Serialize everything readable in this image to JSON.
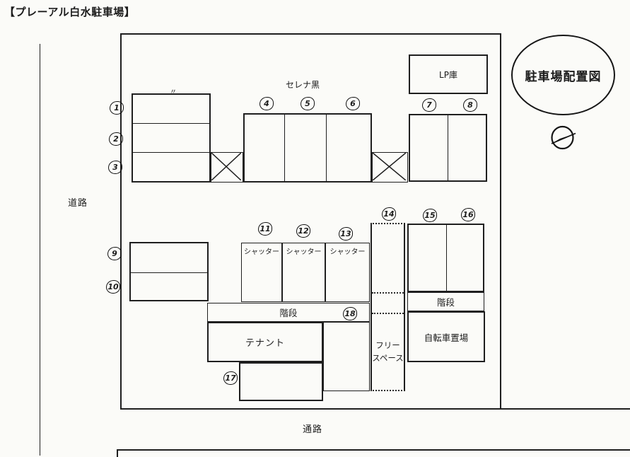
{
  "page": {
    "title": "【プレーアル白水駐車場】"
  },
  "diagram": {
    "legend_oval": "駐車場配置図",
    "road_label": "道路",
    "aisle_label": "通路",
    "lp_storage": "LP庫",
    "car_note": "セレナ黒",
    "ditto_mark": "〃",
    "shutter_label": "シャッター",
    "stairs_label": "階段",
    "tenant_label": "テナント",
    "free_space_line1": "フリー",
    "free_space_line2": "スペース",
    "bicycle_label": "自転車置場",
    "space_numbers": [
      "1",
      "2",
      "3",
      "4",
      "5",
      "6",
      "7",
      "8",
      "9",
      "10",
      "11",
      "12",
      "13",
      "14",
      "15",
      "16",
      "17",
      "18"
    ]
  },
  "colors": {
    "paper": "#fbfbf8",
    "ink": "#1f1f1f"
  }
}
